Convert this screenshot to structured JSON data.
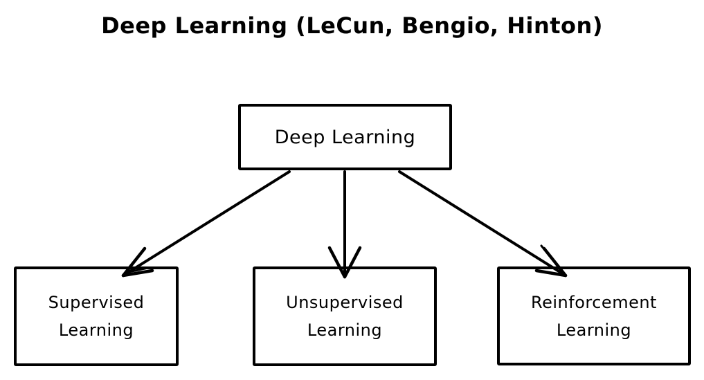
{
  "title": "Deep Learning (LeCun, Bengio, Hinton)",
  "colors": {
    "stroke": "#000000",
    "background": "#ffffff"
  },
  "diagram": {
    "type": "flowchart",
    "root": {
      "label": "Deep Learning"
    },
    "children": [
      {
        "label": "Supervised Learning",
        "line1": "Supervised",
        "line2": "Learning"
      },
      {
        "label": "Unsupervised Learning",
        "line1": "Unsupervised",
        "line2": "Learning"
      },
      {
        "label": "Reinforcement Learning",
        "line1": "Reinforcement",
        "line2": "Learning"
      }
    ],
    "edges": [
      {
        "from": "Deep Learning",
        "to": "Supervised Learning"
      },
      {
        "from": "Deep Learning",
        "to": "Unsupervised Learning"
      },
      {
        "from": "Deep Learning",
        "to": "Reinforcement Learning"
      }
    ]
  }
}
